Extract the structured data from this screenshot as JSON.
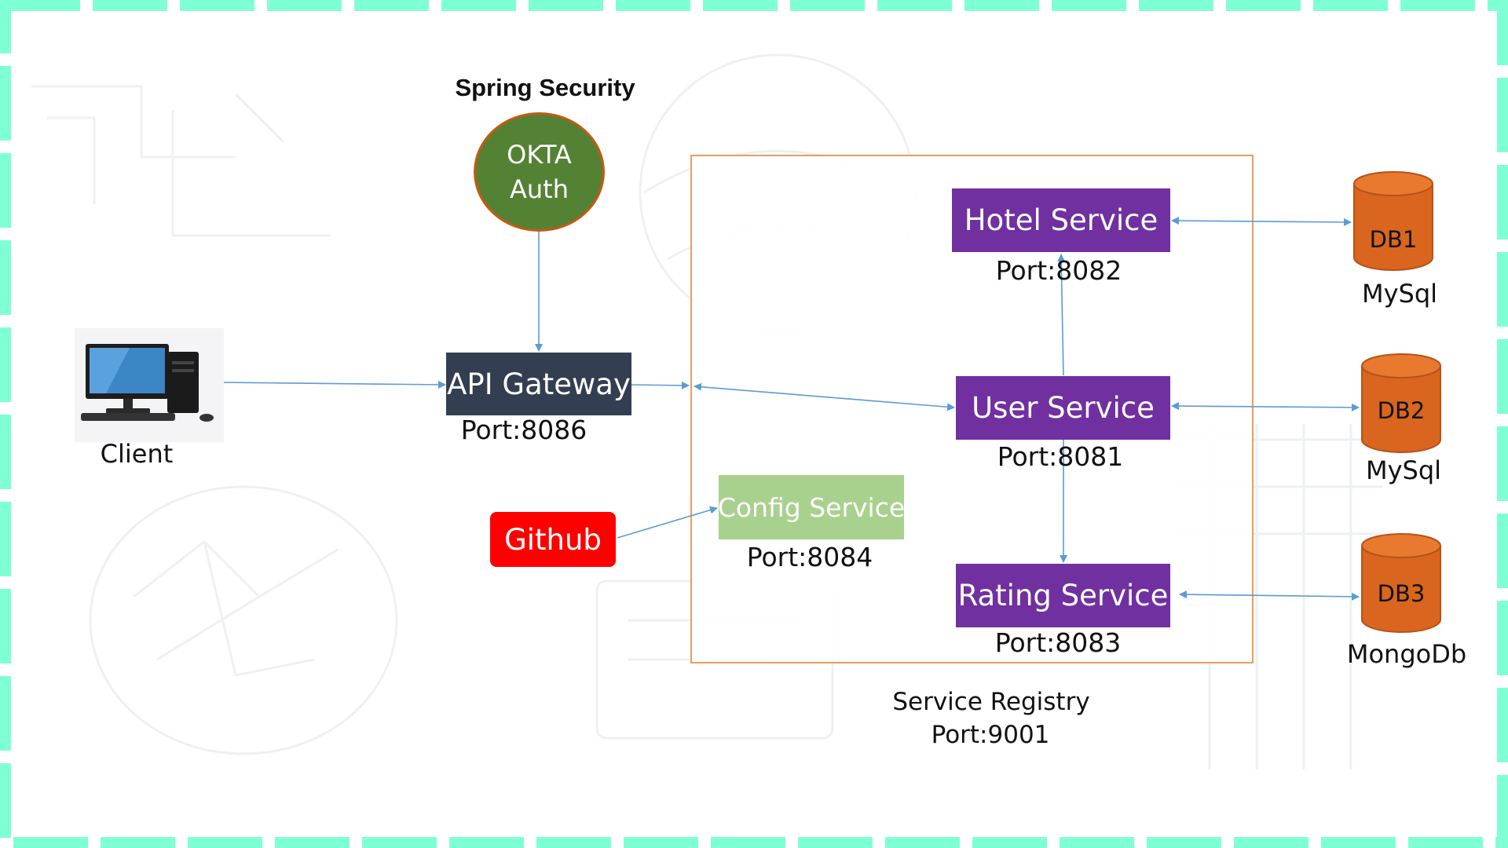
{
  "diagram": {
    "security_title": "Spring Security",
    "okta": {
      "line1": "OKTA",
      "line2": "Auth"
    },
    "client": {
      "label": "Client"
    },
    "api_gateway": {
      "label": "API Gateway",
      "port": "Port:8086"
    },
    "github": {
      "label": "Github"
    },
    "config_service": {
      "label": "Config Service",
      "port": "Port:8084"
    },
    "hotel_service": {
      "label": "Hotel Service",
      "port": "Port:8082"
    },
    "user_service": {
      "label": "User Service",
      "port": "Port:8081"
    },
    "rating_service": {
      "label": "Rating Service",
      "port": "Port:8083"
    },
    "service_registry": {
      "label": "Service Registry",
      "port": "Port:9001"
    },
    "databases": [
      {
        "name": "DB1",
        "type": "MySql"
      },
      {
        "name": "DB2",
        "type": "MySql"
      },
      {
        "name": "DB3",
        "type": "MongoDb"
      }
    ]
  },
  "colors": {
    "border_dash": "#7fffd4",
    "service": "#7030a0",
    "gateway": "#333f50",
    "config": "#a9d18e",
    "github": "#ff0000",
    "okta": "#548235",
    "database": "#d9651e",
    "arrow": "#5b9bd5",
    "registry_border": "#ed9c5a"
  }
}
